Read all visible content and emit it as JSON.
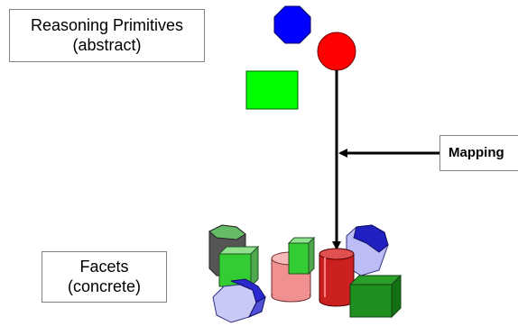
{
  "primitives_label": {
    "line1": "Reasoning Primitives",
    "line2": "(abstract)"
  },
  "facets_label": {
    "line1": "Facets",
    "line2": "(concrete)"
  },
  "mapping_label": "Mapping",
  "colors": {
    "octagon_blue": "#0000ff",
    "circle_red": "#ff0000",
    "square_green": "#00ff00",
    "arrow": "#000000",
    "box_border": "#808080"
  }
}
